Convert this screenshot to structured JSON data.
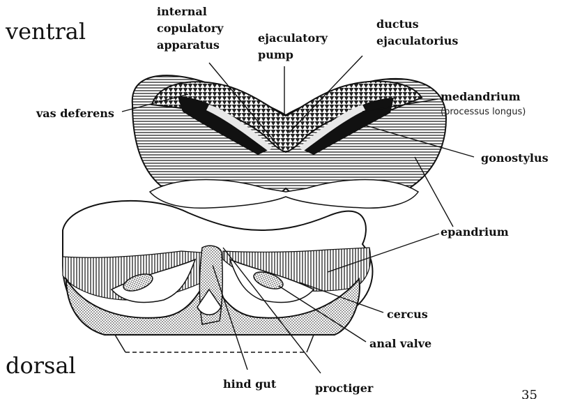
{
  "orientation": {
    "top": "ventral",
    "bottom": "dorsal"
  },
  "labels": {
    "internal_copulatory_1": "internal",
    "internal_copulatory_2": "copulatory",
    "internal_copulatory_3": "apparatus",
    "ejaculatory_pump_1": "ejaculatory",
    "ejaculatory_pump_2": "pump",
    "ductus_1": "ductus",
    "ductus_2": "ejaculatorius",
    "medandrium": "medandrium",
    "medandrium_note": "(processus longus)",
    "vas_deferens": "vas deferens",
    "gonostylus": "gonostylus",
    "epandrium": "epandrium",
    "cercus": "cercus",
    "anal_valve": "anal valve",
    "hind_gut": "hind gut",
    "proctiger": "proctiger"
  },
  "page_number": "35",
  "colors": {
    "line": "#111111",
    "fill": "#ffffff"
  }
}
